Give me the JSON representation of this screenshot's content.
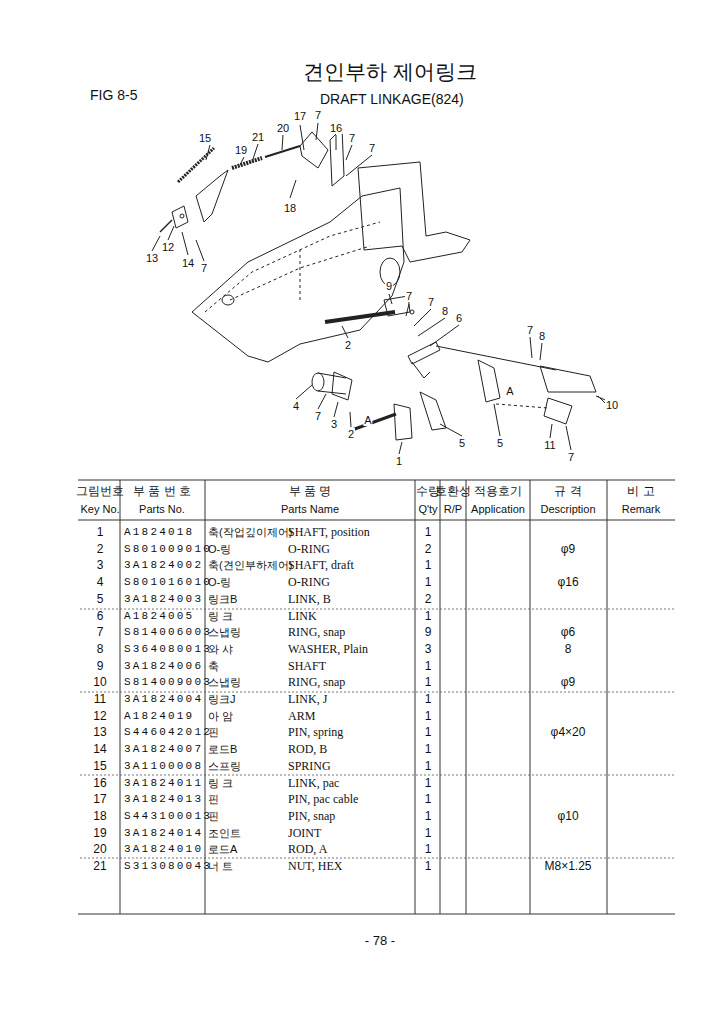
{
  "diagram": {
    "title": "견인부하 제어링크",
    "labels": [
      "FIG 8-5",
      "DRAFT LINKAGE(824)",
      "17",
      "7",
      "16",
      "7",
      "7",
      "15",
      "21",
      "20",
      "19",
      "18",
      "12",
      "13",
      "14",
      "7",
      "9",
      "7",
      "7",
      "8",
      "6",
      "2",
      "7",
      "8",
      "4",
      "7",
      "3",
      "2",
      "A",
      "5",
      "A",
      "5",
      "1",
      "11",
      "7",
      "10",
      "그림번호",
      "Key No.",
      "부 품 번 호",
      "Parts No.",
      "부 품 명",
      "Parts Name",
      "수량",
      "Q'ty",
      "호환성",
      "R/P",
      "적용호기",
      "Application",
      "규 격",
      "Description",
      "비 고",
      "Remark",
      "1",
      "A1824018",
      "축(작업깊이제어)",
      "SHAFT, position",
      "1",
      "2",
      "S801009010",
      "O-링",
      "O-RING",
      "2",
      "φ9",
      "3",
      "3A1824002",
      "축(견인부하제어)",
      "SHAFT, draft",
      "1",
      "4",
      "S801016010",
      "O-링",
      "O-RING",
      "1",
      "φ16",
      "5",
      "3A1824003",
      "링크B",
      "LINK, B",
      "2",
      "6",
      "A1824005",
      "링 크",
      "LINK",
      "1",
      "7",
      "S814006003",
      "스냅링",
      "RING, snap",
      "9",
      "φ6",
      "8",
      "S364080013",
      "와 샤",
      "WASHER, Plain",
      "3",
      "8",
      "9",
      "3A1824006",
      "축",
      "SHAFT",
      "1",
      "10",
      "S814009003",
      "스냅링",
      "RING, snap",
      "1",
      "φ9",
      "11",
      "3A1824004",
      "링크J",
      "LINK, J",
      "1",
      "12",
      "A1824019",
      "아 암",
      "ARM",
      "1",
      "13",
      "S446042012",
      "핀",
      "PIN, spring",
      "1",
      "φ4×20",
      "14",
      "3A1824007",
      "로드B",
      "ROD, B",
      "1",
      "15",
      "3A1100008",
      "스프링",
      "SPRING",
      "1",
      "16",
      "3A1824011",
      "링 크",
      "LINK, pac",
      "1",
      "17",
      "3A1824013",
      "핀",
      "PIN, pac cable",
      "1",
      "18",
      "S443100013",
      "핀",
      "PIN, snap",
      "1",
      "φ10",
      "19",
      "3A1824014",
      "조인트",
      "JOINT",
      "1",
      "20",
      "3A1824010",
      "로드A",
      "ROD, A",
      "1",
      "21",
      "S313080043",
      "너 트",
      "NUT, HEX",
      "1",
      "M8×1.25",
      "- 78 -"
    ]
  }
}
